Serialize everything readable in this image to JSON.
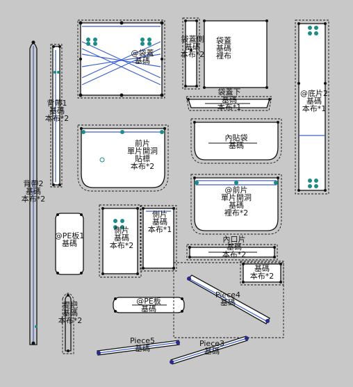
{
  "labels": {
    "piece_waist_top": [
      "@袋蓋",
      "基碼"
    ],
    "piece_pocket_flap": [
      "袋蓋",
      "基碼",
      "裡布"
    ],
    "piece_flap_side": [
      "袋蓋側",
      "基碼",
      "本布*2"
    ],
    "piece_flap_bottom": [
      "袋蓋下",
      "基碼",
      "本布*1"
    ],
    "piece_bottom": [
      "@底片2",
      "基碼",
      "本布*1"
    ],
    "piece_back_strap1": [
      "背帶1",
      "基碼",
      "本布*2"
    ],
    "piece_back_strap2": [
      "背帶2",
      "基碼",
      "本布*2"
    ],
    "piece_front": [
      "前片",
      "單片開洞",
      "貼標",
      "本布*2"
    ],
    "piece_inner_pocket": [
      "內貼袋",
      "基碼"
    ],
    "piece_front_lining": [
      "@前片",
      "單片開洞",
      "基碼",
      "裡布*2"
    ],
    "piece_pe_board1": [
      "@PE板1",
      "基碼"
    ],
    "piece_side_left": [
      "側片",
      "基碼",
      "本布*2"
    ],
    "piece_side_right": [
      "側片",
      "基碼",
      "本布*1"
    ],
    "piece_inner_opening": [
      "內口片",
      "基碼",
      "本布*2"
    ],
    "piece_small_right": [
      "基碼",
      "本布*2"
    ],
    "piece_buckle": [
      "提把",
      "基碼",
      "本布*2"
    ],
    "piece_pe_board": [
      "@PE板",
      "基碼"
    ],
    "piece_4": [
      "Piece4",
      "基碼"
    ],
    "piece_5": [
      "Piece5",
      "基碼"
    ],
    "piece_3": [
      "Piece3",
      "基碼"
    ]
  }
}
